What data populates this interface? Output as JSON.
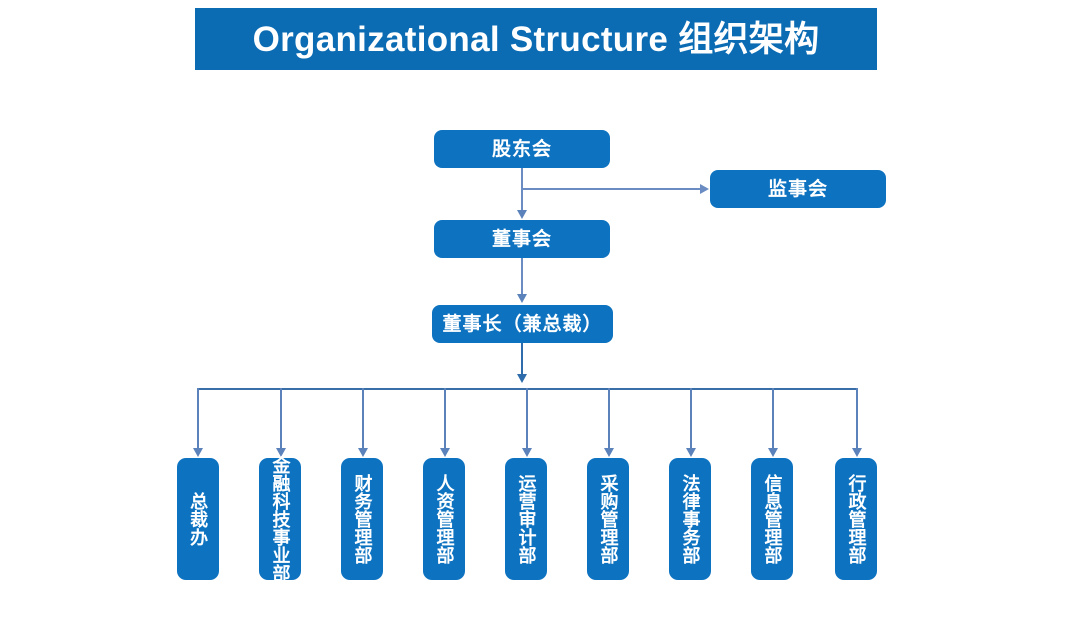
{
  "title": {
    "text": "Organizational Structure  组织架构",
    "banner_color": "#0b6cb4",
    "text_color": "#ffffff"
  },
  "theme": {
    "node_fill": "#0d72c0",
    "node_text": "#ffffff",
    "connector_color": "#6a8cc2",
    "bus_color": "#3a6ea8",
    "background": "#ffffff"
  },
  "nodes": {
    "shareholders": {
      "label": "股东会"
    },
    "supervisors": {
      "label": "监事会"
    },
    "board": {
      "label": "董事会"
    },
    "chairman": {
      "label": "董事长（兼总裁）"
    }
  },
  "departments": [
    {
      "label": "总裁办"
    },
    {
      "label": "金融科技事业部"
    },
    {
      "label": "财务管理部"
    },
    {
      "label": "人资管理部"
    },
    {
      "label": "运营审计部"
    },
    {
      "label": "采购管理部"
    },
    {
      "label": "法律事务部"
    },
    {
      "label": "信息管理部"
    },
    {
      "label": "行政管理部"
    }
  ]
}
